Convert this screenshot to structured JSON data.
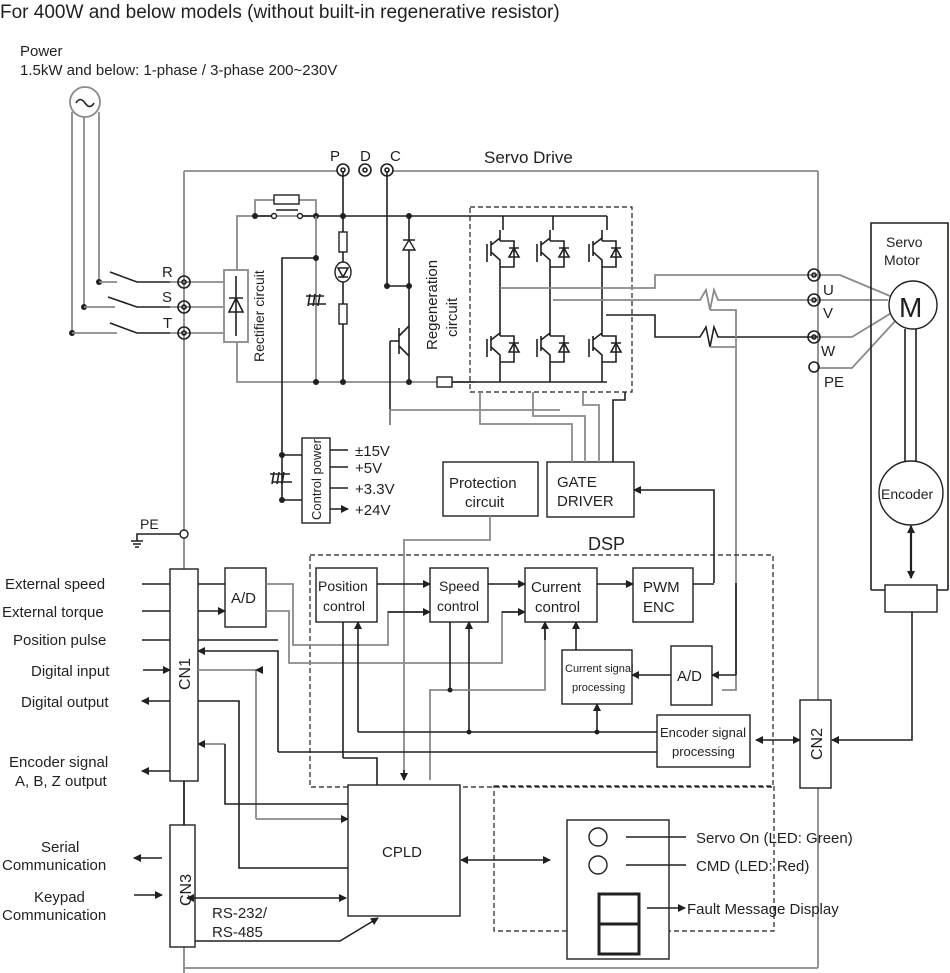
{
  "title": "For 400W and below models (without built-in regenerative resistor)",
  "power": {
    "label": "Power",
    "spec": "1.5kW and below: 1-phase / 3-phase 200~230V",
    "source_icon": "ac-source-icon"
  },
  "servo_drive": {
    "label": "Servo Drive",
    "terminals_top": [
      "P",
      "D",
      "C"
    ],
    "terminals_input": [
      "R",
      "S",
      "T"
    ],
    "terminals_output": [
      "U",
      "V",
      "W",
      "PE"
    ],
    "pe_label": "PE",
    "rectifier_label": "Rectifier circuit",
    "regeneration_label_1": "Regeneration",
    "regeneration_label_2": "circuit",
    "control_power": {
      "label": "Control power",
      "outputs": [
        "±15V",
        "+5V",
        "+3.3V",
        "+24V"
      ]
    },
    "protection_label_1": "Protection",
    "protection_label_2": "circuit",
    "gate_driver_label_1": "GATE",
    "gate_driver_label_2": "DRIVER",
    "dsp": {
      "label": "DSP",
      "position_control": [
        "Position",
        "control"
      ],
      "speed_control": [
        "Speed",
        "control"
      ],
      "current_control": [
        "Current",
        "control"
      ],
      "pwm_enc": [
        "PWM",
        "ENC"
      ],
      "ad_1": "A/D",
      "ad_2": "A/D",
      "current_signal": [
        "Current signal",
        "processing"
      ],
      "encoder_signal": [
        "Encoder signal",
        "processing"
      ]
    },
    "cpld_label": "CPLD",
    "cn1": "CN1",
    "cn2": "CN2",
    "cn3": "CN3",
    "rs_label_1": "RS-232/",
    "rs_label_2": "RS-485"
  },
  "cn1_signals": {
    "external_speed": "External speed",
    "external_torque": "External torque",
    "position_pulse": "Position pulse",
    "digital_input": "Digital input",
    "digital_output": "Digital output",
    "encoder_out_1": "Encoder signal",
    "encoder_out_2": "A, B, Z output"
  },
  "cn3_signals": {
    "serial_1": "Serial",
    "serial_2": "Communication",
    "keypad_1": "Keypad",
    "keypad_2": "Communication"
  },
  "display": {
    "servo_on": "Servo On (LED: Green)",
    "cmd": "CMD (LED: Red)",
    "fault": "Fault Message Display"
  },
  "motor": {
    "label_1": "Servo",
    "label_2": "Motor",
    "symbol": "M",
    "encoder": "Encoder"
  }
}
